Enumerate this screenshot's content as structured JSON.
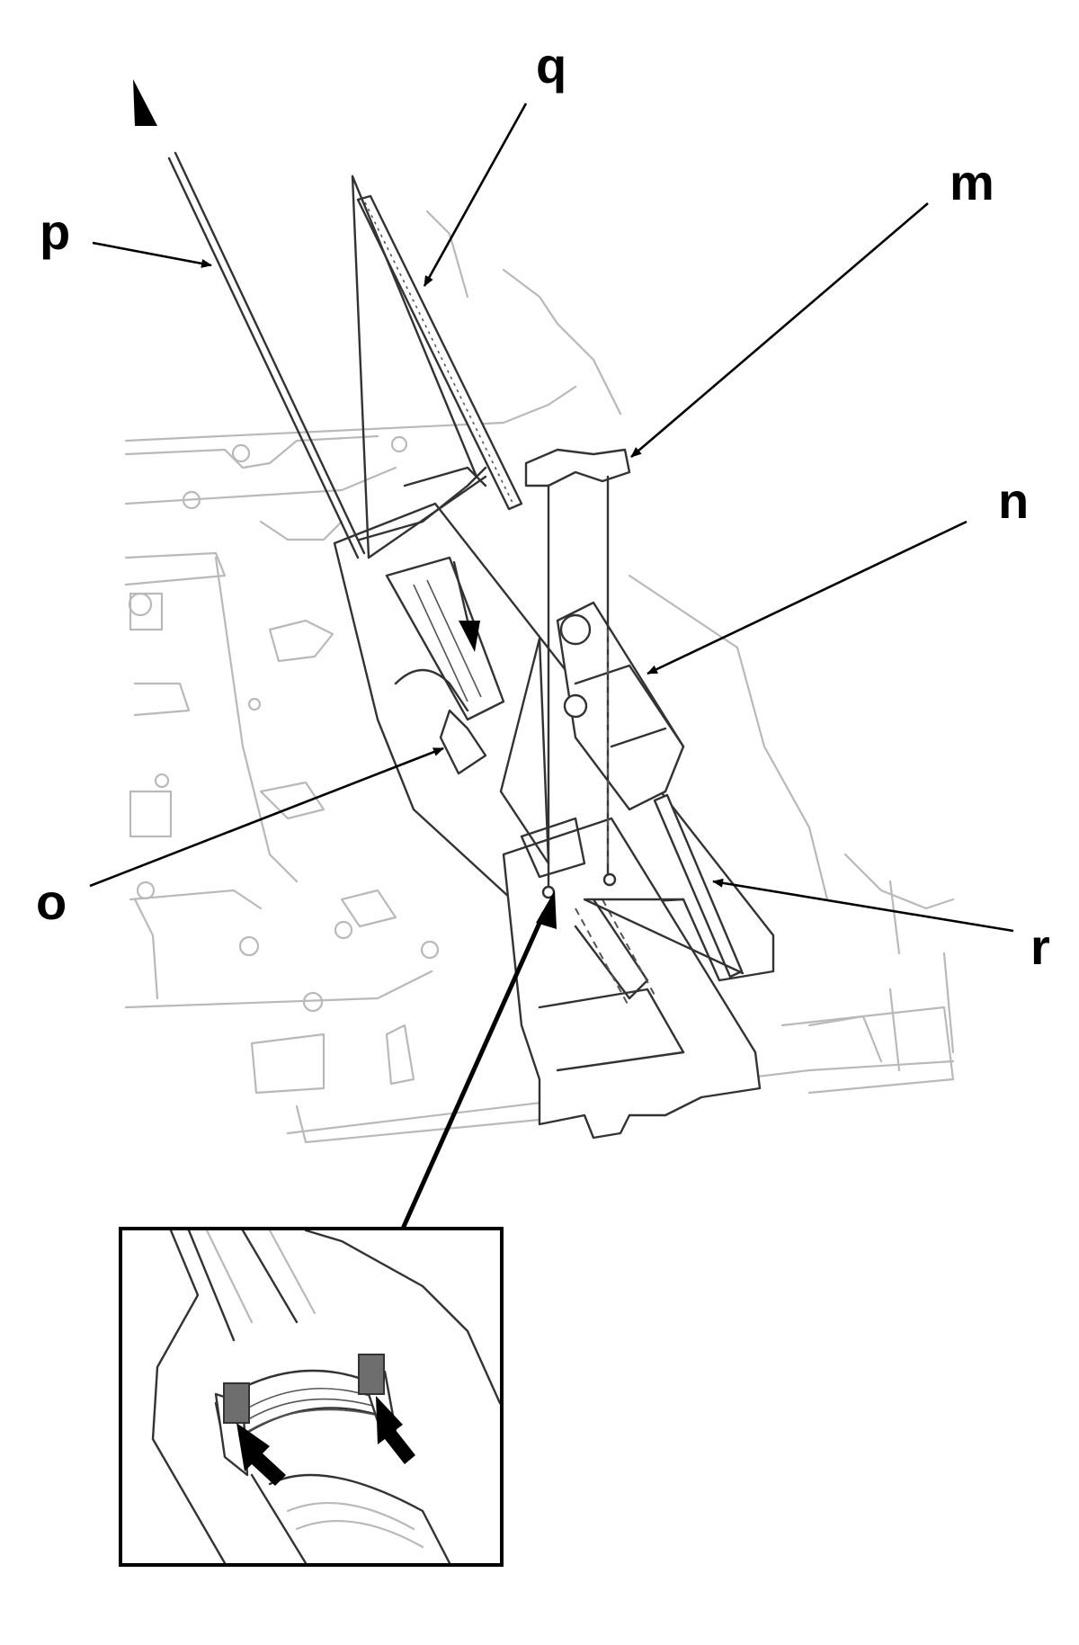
{
  "callouts": {
    "p": "p",
    "q": "q",
    "m": "m",
    "n": "n",
    "o": "o",
    "r": "r"
  },
  "colors": {
    "line": "#000000",
    "part": "#333333",
    "ghost": "#b9b9b9",
    "background": "#ffffff",
    "highlight": "#6e6e6e"
  },
  "icons": {
    "direction_arrow": "arrow-up-left-icon",
    "slide_arrow": "arrow-down-icon",
    "press_arrow": "arrow-up-right-icon"
  }
}
